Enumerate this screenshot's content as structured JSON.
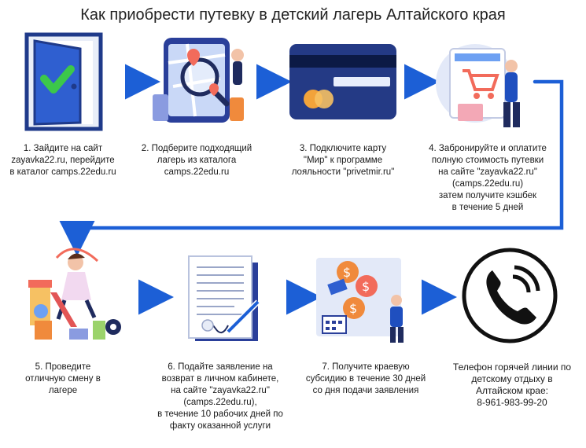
{
  "title": "Как приобрести путевку в детский лагерь Алтайского края",
  "colors": {
    "accent_blue": "#1c5fd6",
    "navy": "#1f3a8a",
    "green_check": "#3cc84a",
    "orange": "#f08a3c",
    "coral": "#f26b5b"
  },
  "steps": [
    {
      "icon": "door-checkmark-icon",
      "caption": "1. Зайдите на сайт\nzayavka22.ru, перейдите\nв каталог camps.22edu.ru"
    },
    {
      "icon": "map-search-icon",
      "caption": "2. Подберите подходящий\nлагерь из каталога\ncamps.22edu.ru"
    },
    {
      "icon": "bank-card-icon",
      "caption": "3.  Подключите карту\n\"Мир\" к программе\nлояльности \"privetmir.ru\""
    },
    {
      "icon": "online-shopping-icon",
      "caption": "4. Забронируйте и оплатите\nполную стоимость путевки\nна сайте \"zayavka22.ru\"\n(camps.22edu.ru)\nзатем получите  кэшбек\nв течение 5 дней"
    },
    {
      "icon": "kids-playground-icon",
      "caption": "5. Проведите\nотличную смену в\nлагере"
    },
    {
      "icon": "document-icon",
      "caption": "6. Подайте заявление на\nвозврат в личном кабинете,\nна сайте \"zayavka22.ru\"\n(camps.22edu.ru),\nв течение 10 рабочих дней по\nфакту оказанной услуги"
    },
    {
      "icon": "money-subsidy-icon",
      "caption": "7. Получите краевую\nсубсидию в течение 30 дней\nсо дня подачи заявления"
    },
    {
      "icon": "phone-icon",
      "caption": "Телефон горячей линии по\nдетскому отдыху в\nАлтайском крае:\n8-961-983-99-20"
    }
  ]
}
